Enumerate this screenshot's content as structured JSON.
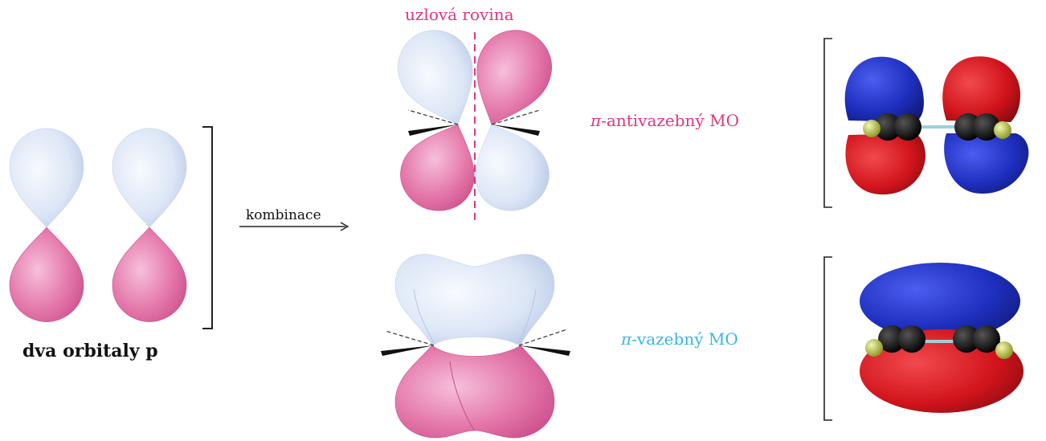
{
  "labels": {
    "nodal_plane": "uzlová rovina",
    "antibonding_symbol": "π",
    "antibonding_text": "-antivazebný MO",
    "bonding_symbol": "π",
    "bonding_text": "-vazebný MO",
    "two_p_orbitals": "dva orbitaly p",
    "combination": "kombinace"
  },
  "colors": {
    "positive_lobe": "#dde7f7",
    "negative_lobe": "#e679ab",
    "nodal_plane_line": "#e0357f",
    "antibonding_label": "#e0357f",
    "bonding_label": "#35b6e6",
    "mo_blue": "#1e2fb5",
    "mo_red": "#d4141e",
    "carbon_atom": "#111111",
    "hydrogen_atom": "#b8c23a"
  }
}
